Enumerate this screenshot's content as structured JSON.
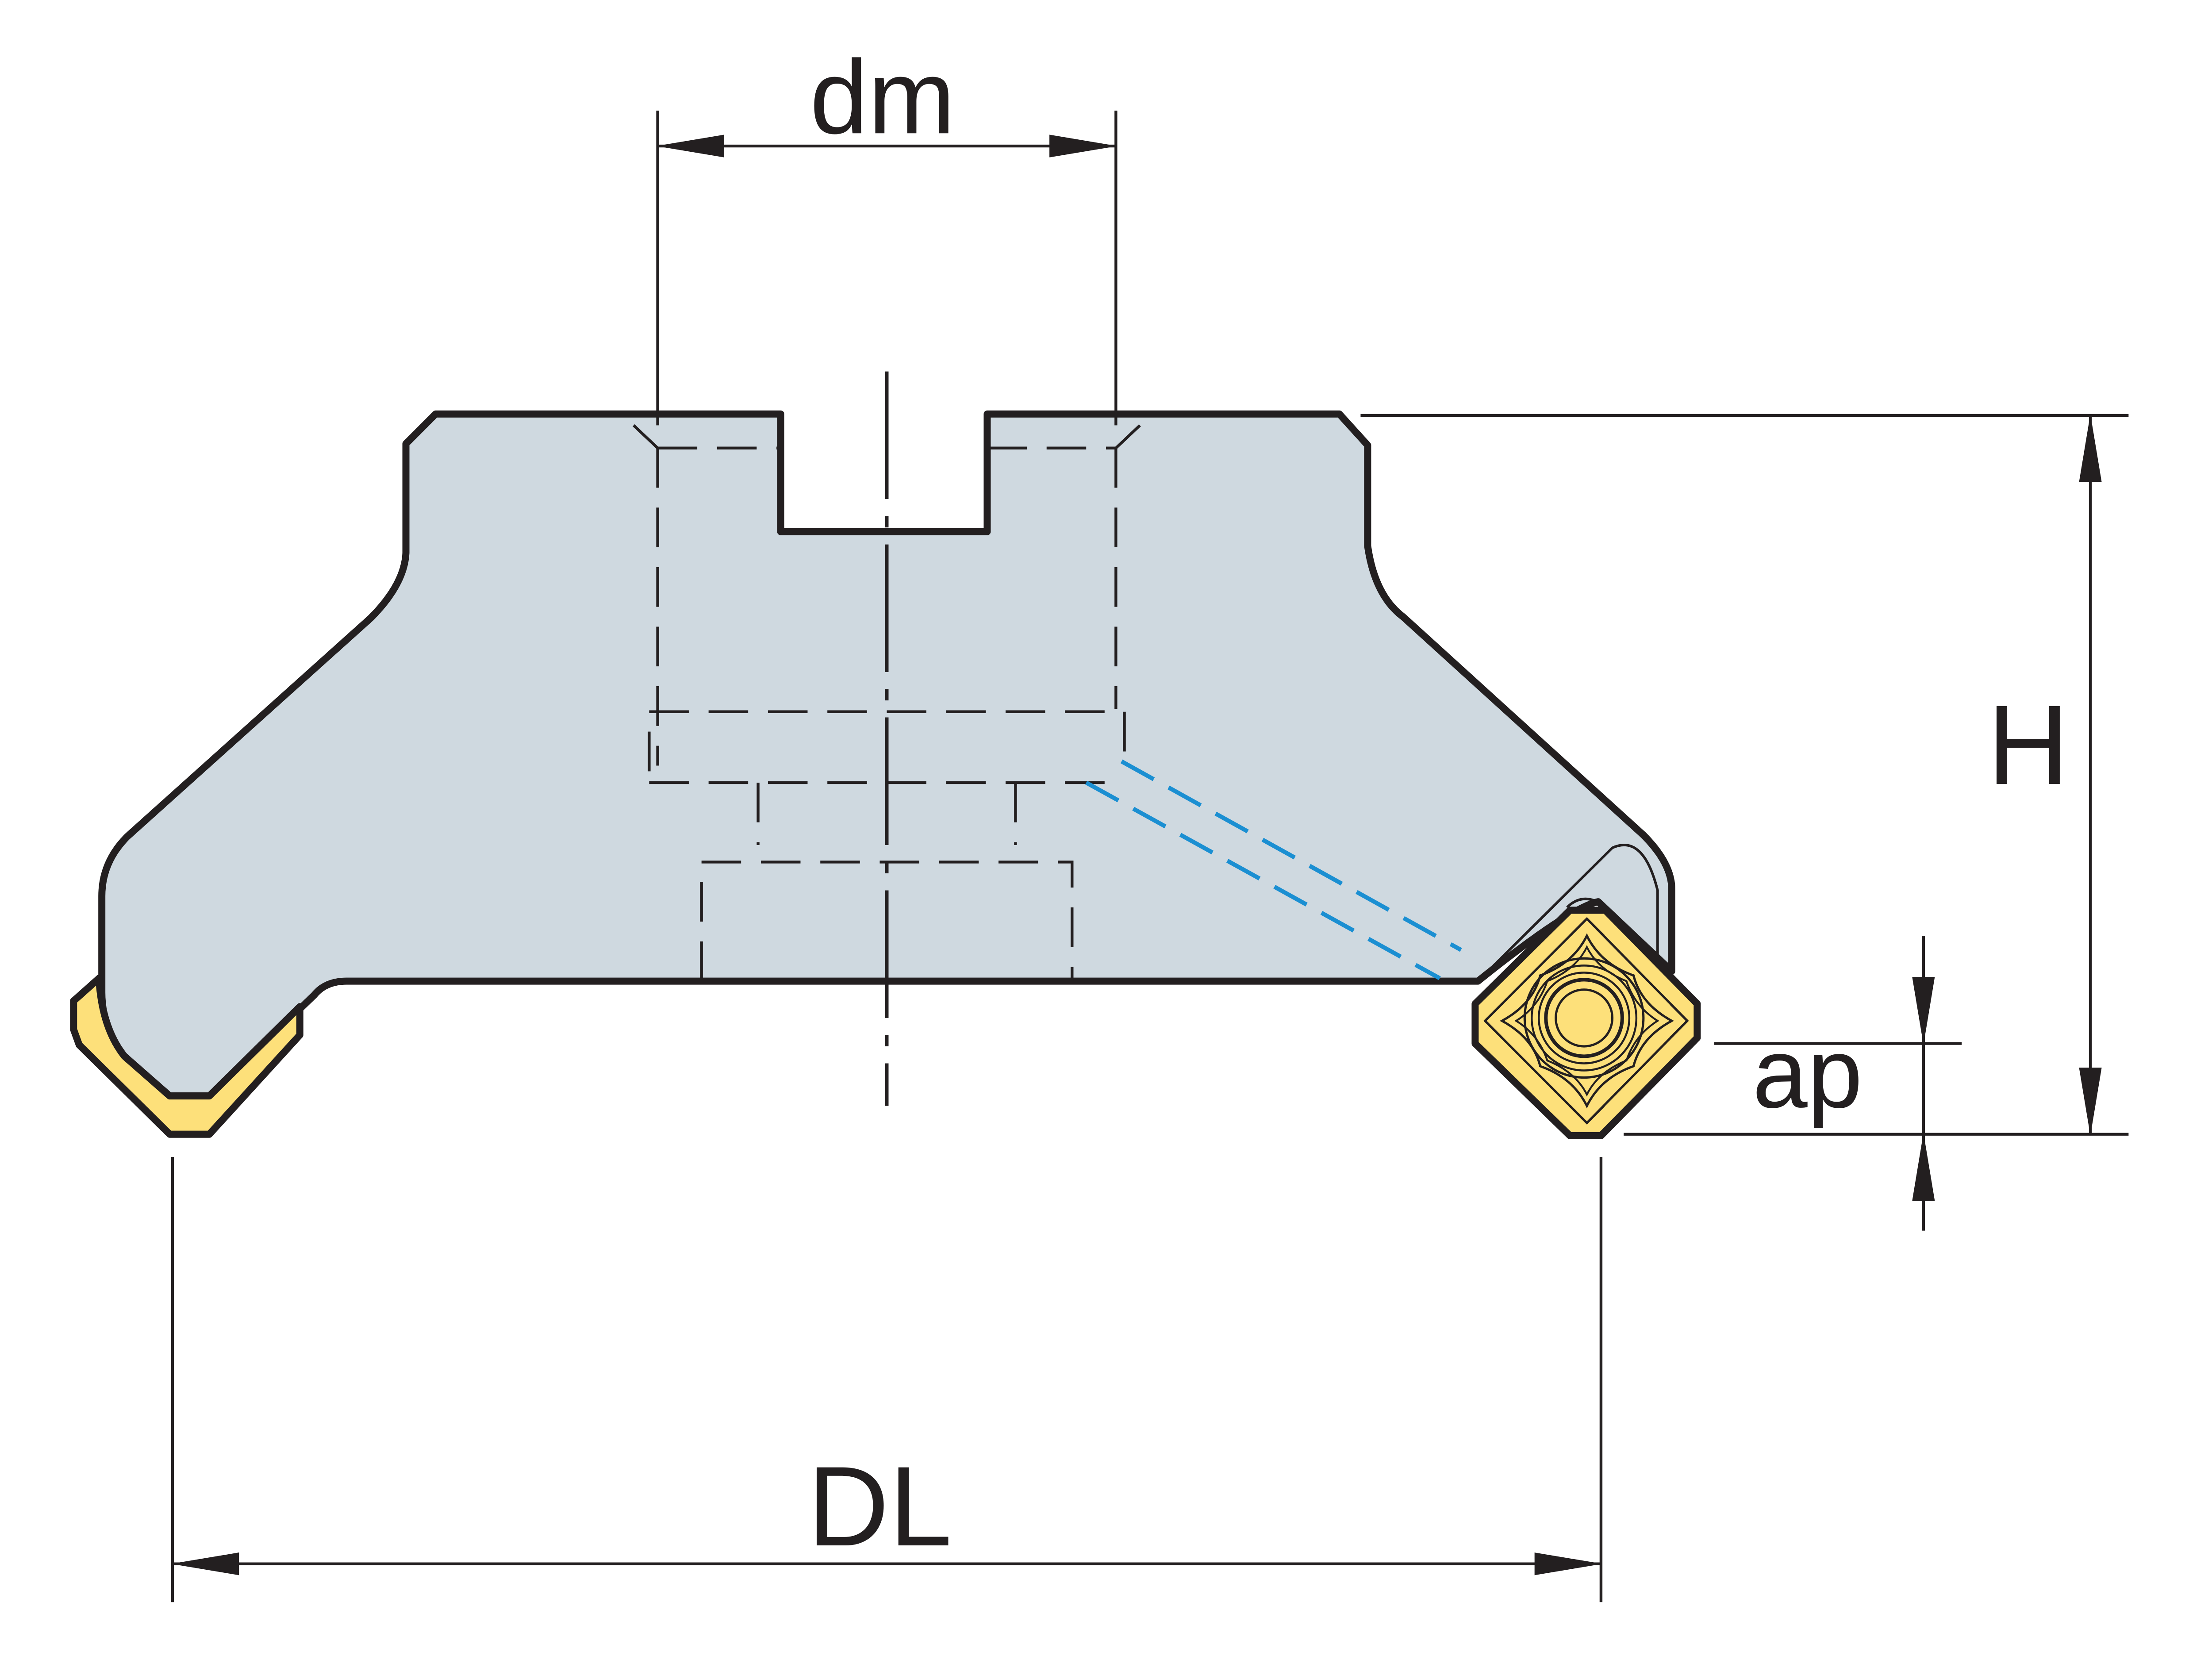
{
  "labels": {
    "dm": "dm",
    "h": "H",
    "ap": "ap",
    "dl": "DL"
  },
  "colors": {
    "outline": "#231f20",
    "body_fill": "#cfd9e0",
    "insert_fill": "#fde07a",
    "coolant": "#1b8fd2",
    "background": "#ffffff"
  }
}
